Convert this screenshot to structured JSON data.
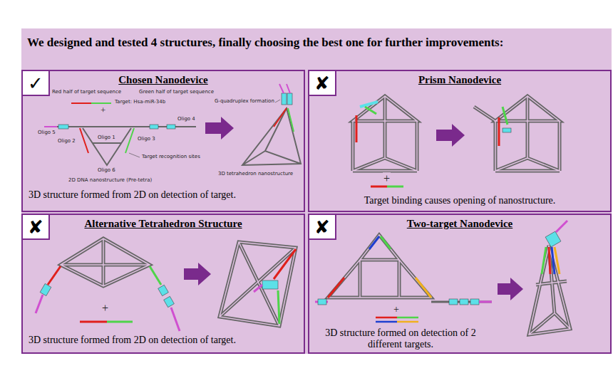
{
  "diagram": {
    "title": "We designed and tested 4 structures, finally choosing the best one for further improvements:",
    "nodes": [
      {
        "text": [
          "Chosen Nanodevice",
          "3D structure formed from 2D on detection of target."
        ]
      },
      {
        "text": [
          "✓"
        ],
        "in": 0
      },
      {
        "text": [
          "Prism Nanodevice",
          "Target binding causes opening of nanostructure."
        ]
      },
      {
        "text": [
          "✘"
        ],
        "in": 2
      },
      {
        "text": [
          "Alternative Tetrahedron Structure",
          "3D structure formed from 2D on detection of target."
        ]
      },
      {
        "text": [
          "✘"
        ],
        "in": 4
      },
      {
        "text": [
          "Two-target Nanodevice",
          "3D structure formed on detection of 2 different targets."
        ]
      },
      {
        "text": [
          "✘"
        ],
        "in": 6
      }
    ],
    "labels": [
      "Red half of target sequence",
      "Target: Hsa-miR-34b",
      "Green half of target sequence",
      "+",
      "Oligo 5",
      "Oligo 4",
      "Oligo 2",
      "Oligo 3",
      "Target recognition sites",
      "Oligo 1",
      "Oligo 6",
      "2D DNA nanostructure (Pre-tetra)",
      "G-quadruplex formation",
      "3D tetrahedron nanostructure",
      "+",
      "+",
      "+"
    ]
  }
}
